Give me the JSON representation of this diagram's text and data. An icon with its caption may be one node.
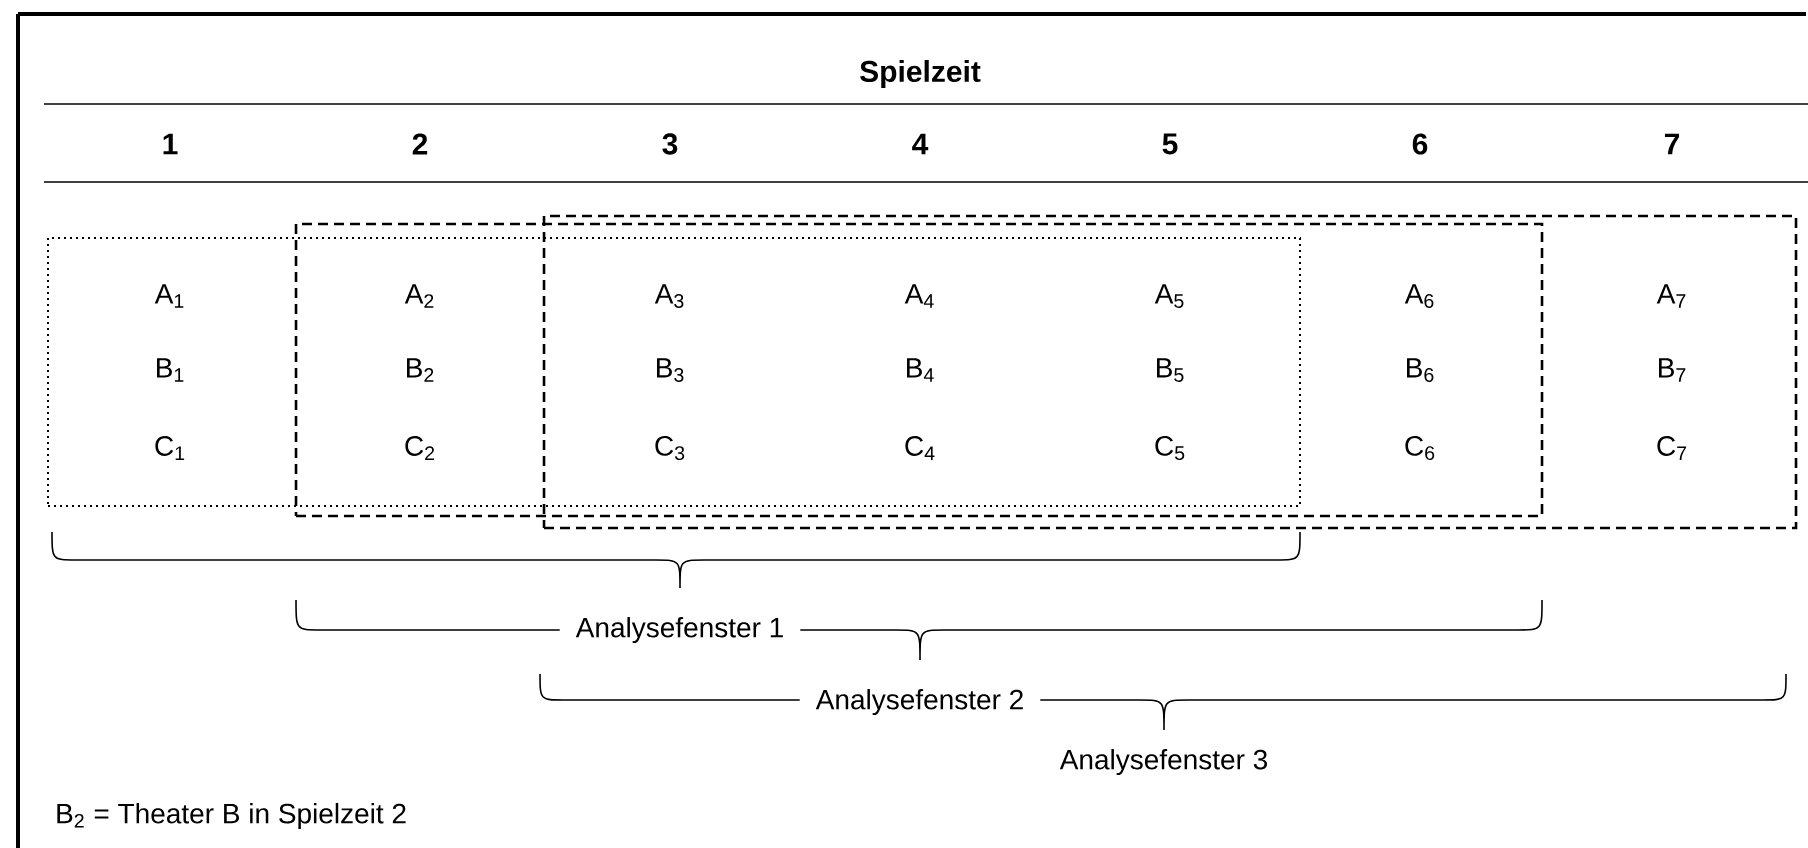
{
  "diagram": {
    "title": "Spielzeit",
    "nodes": [
      {
        "text": [],
        "shape": "box"
      },
      {
        "text": [],
        "shape": "box"
      },
      {
        "text": [],
        "shape": "box"
      }
    ],
    "edges": [],
    "labels": [
      "1",
      "2",
      "3",
      "4",
      "5",
      "6",
      "7",
      "A$_{1}$",
      "A$_{2}$",
      "A$_{3}$",
      "A$_{4}$",
      "A$_{5}$",
      "A$_{6}$",
      "A$_{7}$",
      "B$_{1}$",
      "B$_{2}$",
      "B$_{3}$",
      "B$_{4}$",
      "B$_{5}$",
      "B$_{6}$",
      "B$_{7}$",
      "C$_{1}$",
      "C$_{2}$",
      "C$_{3}$",
      "C$_{4}$",
      "C$_{5}$",
      "C$_{6}$",
      "C$_{7}$",
      "Analysefenster 1",
      "Analysefenster 2",
      "Analysefenster 3",
      "B$_{2}$ = Theater B in Spielzeit 2"
    ]
  }
}
